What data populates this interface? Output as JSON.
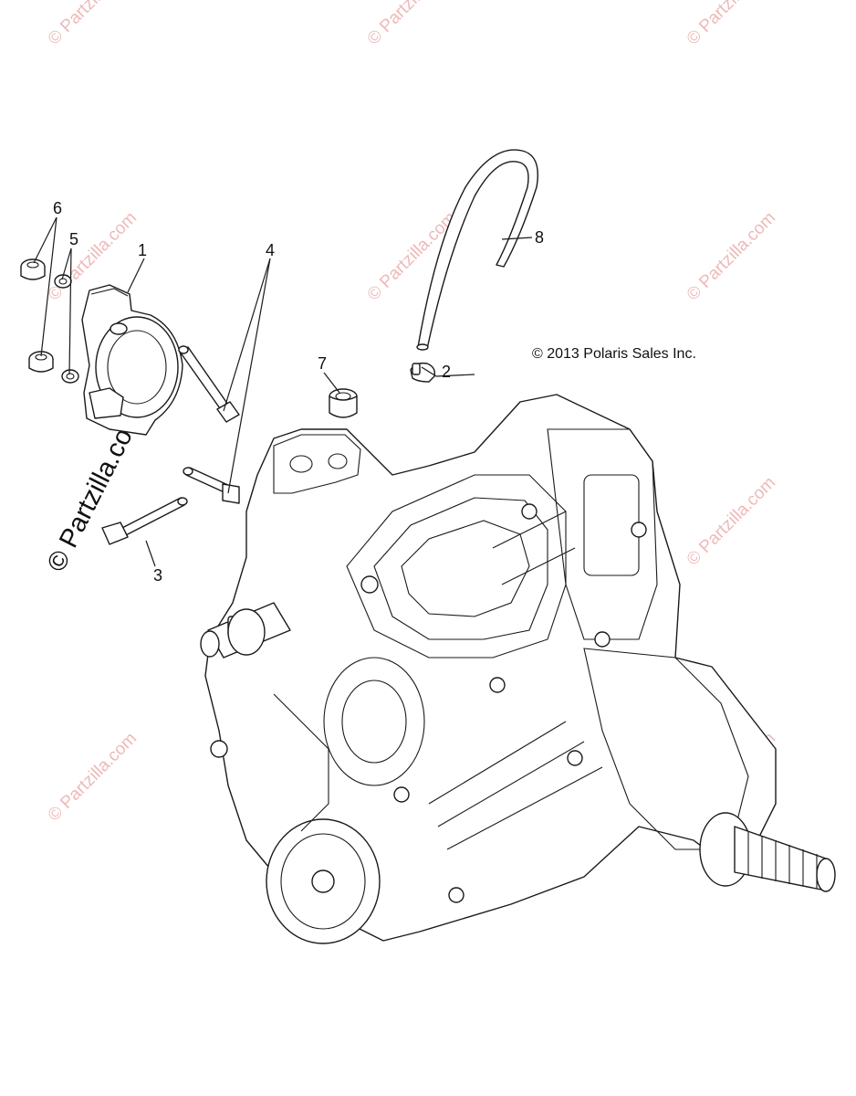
{
  "watermark": {
    "text": "© Partzilla.com",
    "feature_text": "© Partzilla.com"
  },
  "copyright": "© 2013 Polaris Sales Inc.",
  "callouts": [
    {
      "ref": "1",
      "label": "1"
    },
    {
      "ref": "2",
      "label": "2"
    },
    {
      "ref": "3",
      "label": "3"
    },
    {
      "ref": "4",
      "label": "4"
    },
    {
      "ref": "5",
      "label": "5"
    },
    {
      "ref": "6",
      "label": "6"
    },
    {
      "ref": "7",
      "label": "7"
    },
    {
      "ref": "8",
      "label": "8"
    }
  ],
  "colors": {
    "watermark": "#eeb9b9",
    "line": "#1a1a1a",
    "background": "#ffffff"
  }
}
